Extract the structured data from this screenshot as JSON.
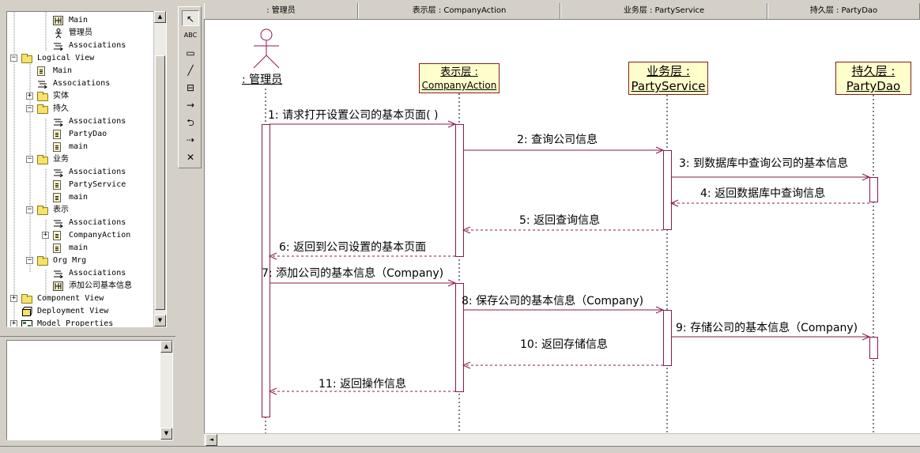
{
  "tree": {
    "items": [
      {
        "label": "Main",
        "icon": "sequence-diagram-icon",
        "depth": 3,
        "toggle": ""
      },
      {
        "label": "管理员",
        "icon": "actor-icon",
        "depth": 3,
        "toggle": ""
      },
      {
        "label": "Associations",
        "icon": "associations-icon",
        "depth": 3,
        "toggle": ""
      },
      {
        "label": "Logical View",
        "icon": "folder-icon",
        "depth": 1,
        "toggle": "−"
      },
      {
        "label": "Main",
        "icon": "class-diagram-icon",
        "depth": 2,
        "toggle": ""
      },
      {
        "label": "Associations",
        "icon": "associations-icon",
        "depth": 2,
        "toggle": ""
      },
      {
        "label": "实体",
        "icon": "folder-icon",
        "depth": 2,
        "toggle": "+"
      },
      {
        "label": "持久",
        "icon": "folder-icon",
        "depth": 2,
        "toggle": "−"
      },
      {
        "label": "Associations",
        "icon": "associations-icon",
        "depth": 3,
        "toggle": ""
      },
      {
        "label": "PartyDao",
        "icon": "class-icon",
        "depth": 3,
        "toggle": ""
      },
      {
        "label": "main",
        "icon": "class-diagram-icon",
        "depth": 3,
        "toggle": ""
      },
      {
        "label": "业务",
        "icon": "folder-icon",
        "depth": 2,
        "toggle": "−"
      },
      {
        "label": "Associations",
        "icon": "associations-icon",
        "depth": 3,
        "toggle": ""
      },
      {
        "label": "PartyService",
        "icon": "class-icon",
        "depth": 3,
        "toggle": ""
      },
      {
        "label": "main",
        "icon": "class-diagram-icon",
        "depth": 3,
        "toggle": ""
      },
      {
        "label": "表示",
        "icon": "folder-icon",
        "depth": 2,
        "toggle": "−"
      },
      {
        "label": "Associations",
        "icon": "associations-icon",
        "depth": 3,
        "toggle": ""
      },
      {
        "label": "CompanyAction",
        "icon": "class-icon",
        "depth": 3,
        "toggle": "+"
      },
      {
        "label": "main",
        "icon": "class-diagram-icon",
        "depth": 3,
        "toggle": ""
      },
      {
        "label": "Org Mrg",
        "icon": "folder-icon",
        "depth": 2,
        "toggle": "−"
      },
      {
        "label": "Associations",
        "icon": "associations-icon",
        "depth": 3,
        "toggle": ""
      },
      {
        "label": "添加公司基本信息",
        "icon": "sequence-diagram-icon",
        "depth": 3,
        "toggle": ""
      },
      {
        "label": "Component View",
        "icon": "folder-icon",
        "depth": 1,
        "toggle": "+"
      },
      {
        "label": "Deployment View",
        "icon": "deployment-icon",
        "depth": 1,
        "toggle": ""
      },
      {
        "label": "Model Properties",
        "icon": "properties-icon",
        "depth": 1,
        "toggle": "+"
      }
    ]
  },
  "toolbox": {
    "tools": [
      {
        "name": "selection-tool",
        "glyph": "↖"
      },
      {
        "name": "text-tool",
        "glyph": "ABC"
      },
      {
        "name": "note-tool",
        "glyph": "▭"
      },
      {
        "name": "anchor-note-tool",
        "glyph": "╱"
      },
      {
        "name": "object-tool",
        "glyph": "⊟"
      },
      {
        "name": "object-message-tool",
        "glyph": "→"
      },
      {
        "name": "message-to-self-tool",
        "glyph": "⮌"
      },
      {
        "name": "return-message-tool",
        "glyph": "⇢"
      },
      {
        "name": "destruction-marker-tool",
        "glyph": "✕"
      }
    ]
  },
  "header": {
    "cells": [
      ": 管理员",
      "表示层 : CompanyAction",
      "业务层 : PartyService",
      "持久层 : PartyDao"
    ]
  },
  "diagram": {
    "actor_label": ": 管理员",
    "objects": [
      {
        "line1": "表示层 :",
        "line2": "CompanyAction"
      },
      {
        "line1": "业务层 :",
        "line2": "PartyService"
      },
      {
        "line1": "持久层 :",
        "line2": "PartyDao"
      }
    ],
    "messages": [
      "1: 请求打开设置公司的基本页面( )",
      "2: 查询公司信息",
      "3: 到数据库中查询公司的基本信息",
      "4: 返回数据库中查询信息",
      "5: 返回查询信息",
      "6: 返回到公司设置的基本页面",
      "7: 添加公司的基本信息（Company)",
      "8: 保存公司的基本信息（Company)",
      "9: 存储公司的基本信息（Company)",
      "10: 返回存储信息",
      "11: 返回操作信息"
    ],
    "colors": {
      "line": "#8b1a4a",
      "object_fill": "#ffffcc",
      "object_border": "#8b1a1a"
    }
  },
  "scroll": {
    "left_arrow": "◄",
    "up_arrow": "▲",
    "down_arrow": "▼"
  }
}
